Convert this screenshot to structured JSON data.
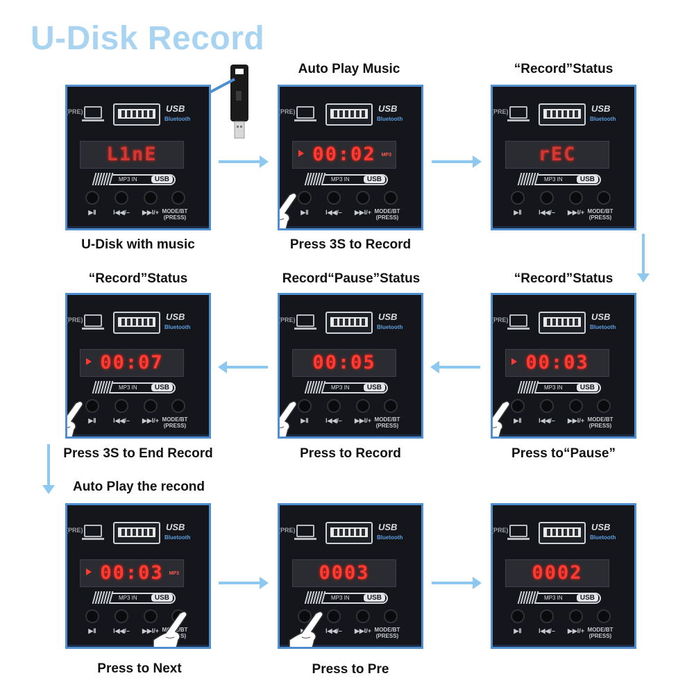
{
  "title": "U-Disk Record",
  "labels": {
    "p1_bottom": "U-Disk with music",
    "p2_top": "Auto Play Music",
    "p2_bottom": "Press 3S to Record",
    "p3_top": "“Record”Status",
    "p4_top": "“Record”Status",
    "p4_bottom": "Press 3S to End Record",
    "p5_top": "Record“Pause”Status",
    "p5_bottom": "Press to Record",
    "p6_top": "“Record”Status",
    "p6_bottom": "Press to“Pause”",
    "p7_top": "Auto Play the recond",
    "p7_bottom": "Press to Next",
    "p8_bottom": "Press to Pre"
  },
  "panel": {
    "pre": "(PRE)",
    "usb": "USB",
    "bluetooth": "Bluetooth",
    "mp3in": "MP3 IN",
    "usb_box": "USB",
    "btn1": "▶Ⅱ",
    "btn2": "I◀◀/–",
    "btn3": "▶▶I/+",
    "mode": "MODE/BT\n(PRESS)",
    "mp3": "MP3"
  },
  "displays": {
    "p1": "L1nE",
    "p2": "00:02",
    "p3": "rEC",
    "p4": "00:07",
    "p5": "00:05",
    "p6": "00:03",
    "p7": "00:03",
    "p8": "0003",
    "p9": "0002"
  },
  "colors": {
    "title": "#a8d4f2",
    "arrow": "#8cc8f0",
    "panel_border": "#4f8fd0",
    "led": "#ff3b32"
  }
}
